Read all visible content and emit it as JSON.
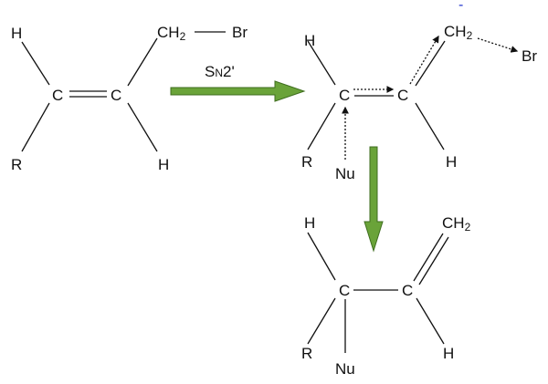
{
  "reaction_label": {
    "s": "S",
    "n": "N",
    "rest": "2'"
  },
  "reactant": {
    "h_top": "H",
    "c1": "C",
    "c2": "C",
    "ch": "CH",
    "sub2": "2",
    "br": "Br",
    "r": "R",
    "h_bottom": "H"
  },
  "intermediate": {
    "h_top": "H",
    "c1": "C",
    "c2": "C",
    "ch": "CH",
    "sub2": "2",
    "br": "Br",
    "r": "R",
    "h_bottom": "H",
    "nu": "Nu",
    "charge": "-"
  },
  "product": {
    "h_top": "H",
    "c1": "C",
    "c2": "C",
    "ch": "CH",
    "sub2": "2",
    "r": "R",
    "h_bottom": "H",
    "nu": "Nu"
  },
  "colors": {
    "arrow": "#6aa339",
    "arrow_stroke": "#3f6e1f",
    "charge": "#2233cc"
  }
}
